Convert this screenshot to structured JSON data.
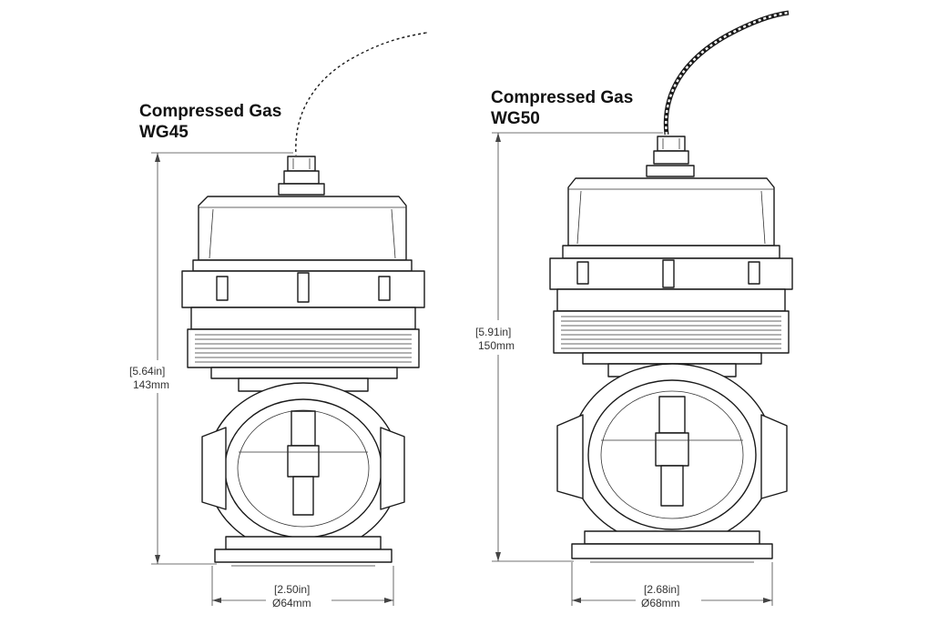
{
  "diagram": {
    "units": [
      {
        "id": "wg45",
        "title_line1": "Compressed Gas",
        "title_line2": "WG45",
        "height_in": "[5.64in]",
        "height_mm": "143mm",
        "width_in": "[2.50in]",
        "width_mm": "Ø64mm"
      },
      {
        "id": "wg50",
        "title_line1": "Compressed Gas",
        "title_line2": "WG50",
        "height_in": "[5.91in]",
        "height_mm": "150mm",
        "width_in": "[2.68in]",
        "width_mm": "Ø68mm"
      }
    ]
  }
}
